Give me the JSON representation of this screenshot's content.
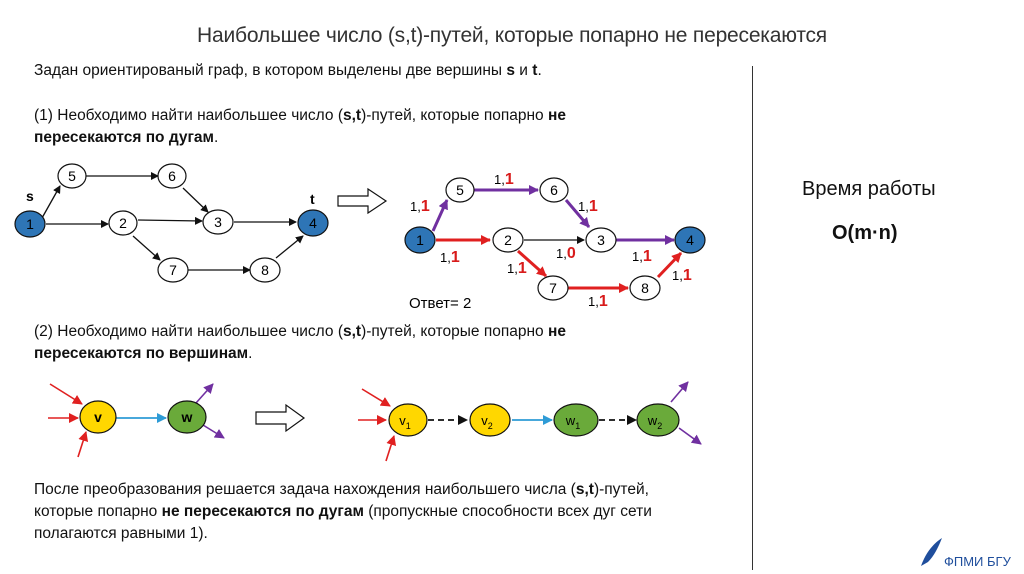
{
  "title": "Наибольшее число (s,t)-путей, которые попарно не пересекаются",
  "intro": {
    "text": "Задан ориентированый граф, в котором выделены две вершины ",
    "s": "s",
    "and": " и ",
    "t": "t",
    "dot": "."
  },
  "task1": {
    "prefix": "(1) Необходимо найти наибольшее число (",
    "st": "s,t",
    "middle": ")-путей, которые попарно ",
    "not": "не",
    "bold2": "пересекаются по дугам",
    "suffix": "."
  },
  "task2": {
    "prefix": "(2) Необходимо найти наибольшее число (",
    "st": "s,t",
    "middle": ")-путей, которые попарно ",
    "not": "не",
    "bold2": "пересекаются по вершинам",
    "suffix": "."
  },
  "graph1": {
    "s_label": "s",
    "t_label": "t",
    "nodes": [
      "1",
      "5",
      "6",
      "2",
      "3",
      "4",
      "7",
      "8"
    ]
  },
  "graph2": {
    "nodes": [
      "1",
      "5",
      "6",
      "2",
      "3",
      "4",
      "7",
      "8"
    ],
    "flow_labels": {
      "e15_cap": "1,",
      "e15_flow": "1",
      "e56_cap": "1,",
      "e56_flow": "1",
      "e63_cap": "1,",
      "e63_flow": "1",
      "e12_cap": "1,",
      "e12_flow": "1",
      "e23_cap": "1,",
      "e23_flow": "0",
      "e27_cap": "1,",
      "e27_flow": "1",
      "e34_cap": "1,",
      "e34_flow": "1",
      "e78_cap": "1,",
      "e78_flow": "1",
      "e84_cap": "1,",
      "e84_flow": "1"
    },
    "answer": "Ответ= 2"
  },
  "split": {
    "v": "v",
    "w": "w",
    "v_sub": "v",
    "v1": "1",
    "v2": "2",
    "w1": "1",
    "w2": "2"
  },
  "conclusion": {
    "line1_prefix": "После преобразования решается задача нахождения наибольшего числа (",
    "st": "s,t",
    "line1_suffix": ")-путей,",
    "line2_prefix": "которые попарно ",
    "not": "не",
    "bold2": "пересекаются по дугам",
    "line2_suffix": " (пропускные способности всех дуг сети",
    "line3": "полагаются равными 1)."
  },
  "runtime": {
    "label": "Время работы",
    "value": "O(m·n)"
  },
  "logo": "ФПМИ БГУ",
  "colors": {
    "blue_node": "#2e75b6",
    "white_node": "#ffffff",
    "red": "#e02020",
    "purple": "#7030a0",
    "yellow": "#ffd700",
    "green": "#6aaa3a",
    "teal": "#2e9bd6",
    "flow_red": "#d81b1b"
  }
}
